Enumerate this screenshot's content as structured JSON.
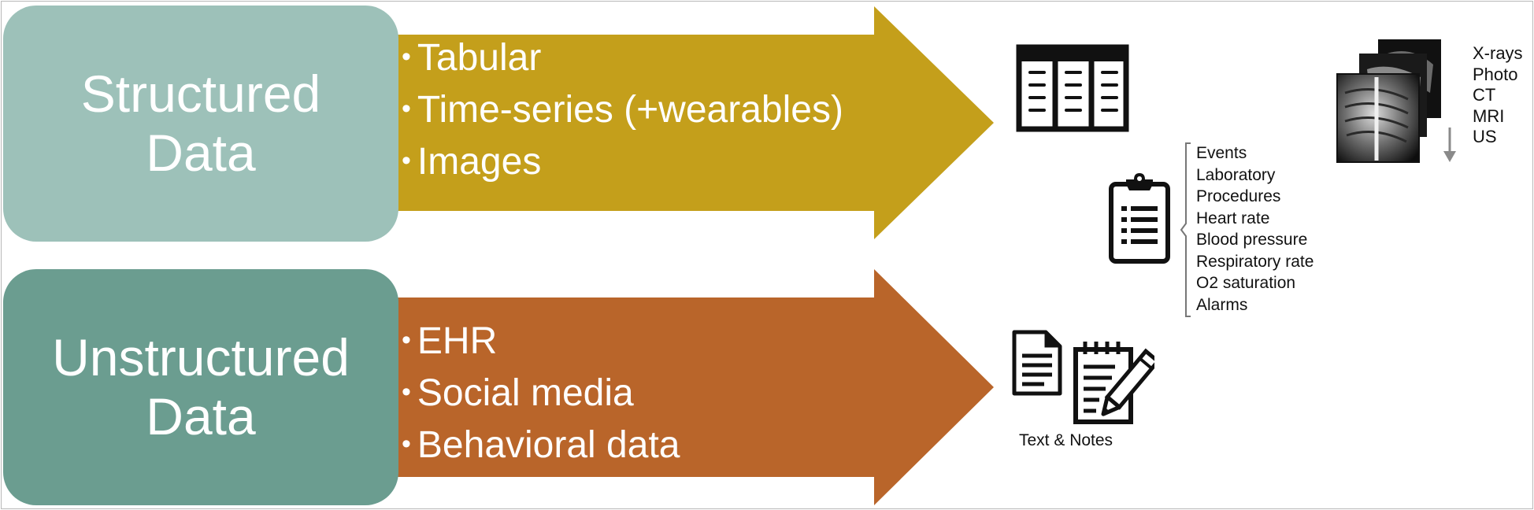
{
  "structured": {
    "title_line1": "Structured",
    "title_line2": "Data",
    "color": "#9dc1b9",
    "arrow_color": "#c49f1b",
    "bullets": [
      "Tabular",
      "Time-series (+wearables)",
      "Images"
    ]
  },
  "unstructured": {
    "title_line1": "Unstructured",
    "title_line2": "Data",
    "color": "#6b9d90",
    "arrow_color": "#b9652a",
    "bullets": [
      "EHR",
      "Social media",
      "Behavioral data"
    ]
  },
  "icons": {
    "table": "table-icon",
    "clipboard": "clipboard-icon",
    "xray_stack": "xray-stack-icon",
    "document": "document-icon",
    "notepad_pencil": "notepad-pencil-icon"
  },
  "clinical_items": [
    "Events",
    "Laboratory",
    "Procedures",
    "Heart rate",
    "Blood pressure",
    "Respiratory rate",
    "O2 saturation",
    "Alarms"
  ],
  "imaging_items": [
    "X-rays",
    "Photo",
    "CT",
    "MRI",
    "US"
  ],
  "text_notes_label": "Text & Notes",
  "bullet_char": "•"
}
